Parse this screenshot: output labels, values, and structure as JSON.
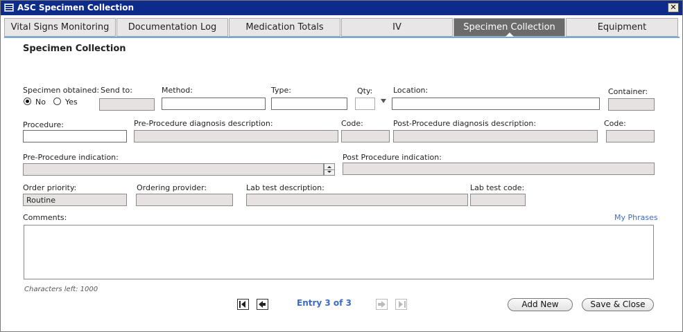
{
  "window": {
    "title": "ASC Specimen Collection",
    "close_glyph": "✕"
  },
  "tabs": [
    {
      "label": "Vital Signs Monitoring"
    },
    {
      "label": "Documentation Log"
    },
    {
      "label": "Medication Totals"
    },
    {
      "label": "IV"
    },
    {
      "label": "Specimen Collection",
      "active": true
    },
    {
      "label": "Equipment"
    }
  ],
  "form": {
    "heading": "Specimen Collection",
    "specimen_obtained": {
      "label": "Specimen obtained:",
      "options": [
        "No",
        "Yes"
      ],
      "selected": "No"
    },
    "send_to": {
      "label": "Send to:",
      "value": ""
    },
    "method": {
      "label": "Method:",
      "value": ""
    },
    "type": {
      "label": "Type:",
      "value": ""
    },
    "qty": {
      "label": "Qty:",
      "value": ""
    },
    "location": {
      "label": "Location:",
      "value": ""
    },
    "container": {
      "label": "Container:",
      "value": ""
    },
    "procedure": {
      "label": "Procedure:",
      "value": ""
    },
    "pre_diag": {
      "label": "Pre-Procedure diagnosis description:",
      "value": ""
    },
    "pre_code": {
      "label": "Code:",
      "value": ""
    },
    "post_diag": {
      "label": "Post-Procedure diagnosis description:",
      "value": ""
    },
    "post_code": {
      "label": "Code:",
      "value": ""
    },
    "pre_indication": {
      "label": "Pre-Procedure indication:",
      "value": ""
    },
    "post_indication": {
      "label": "Post Procedure indication:",
      "value": ""
    },
    "order_priority": {
      "label": "Order priority:",
      "value": "Routine"
    },
    "ordering_provider": {
      "label": "Ordering provider:",
      "value": ""
    },
    "lab_test_desc": {
      "label": "Lab test description:",
      "value": ""
    },
    "lab_test_code": {
      "label": "Lab test code:",
      "value": ""
    },
    "comments": {
      "label": "Comments:",
      "value": "",
      "my_phrases": "My Phrases",
      "chars_left": "Characters left: 1000"
    }
  },
  "footer": {
    "entry": "Entry 3 of 3",
    "add_new": "Add New",
    "save_close": "Save & Close"
  }
}
